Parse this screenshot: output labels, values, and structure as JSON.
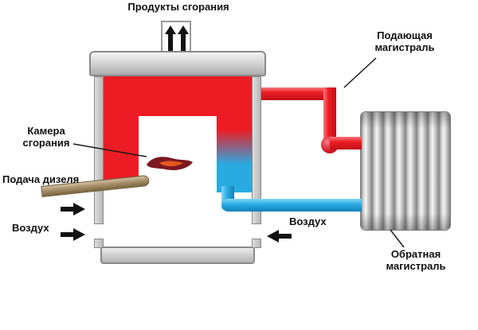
{
  "diagram": {
    "labels": {
      "combustion_products": "Продукты сгорания",
      "supply_line": "Подающая магистраль",
      "combustion_chamber": "Камера сгорания",
      "diesel_supply": "Подача дизеля",
      "air_left": "Воздух",
      "air_right": "Воздух",
      "return_line": "Обратная магистраль"
    },
    "colors": {
      "hot_water": "#ed1c24",
      "cold_water": "#29abe2",
      "fuel_pipe": "#a8906c",
      "boiler_shell": "#c9c9c9",
      "text": "#101010"
    },
    "icons": {
      "flame": "flame-icon",
      "exhaust_arrows": "up-arrow-icons",
      "air_arrows": "solid-arrow-icons"
    }
  }
}
